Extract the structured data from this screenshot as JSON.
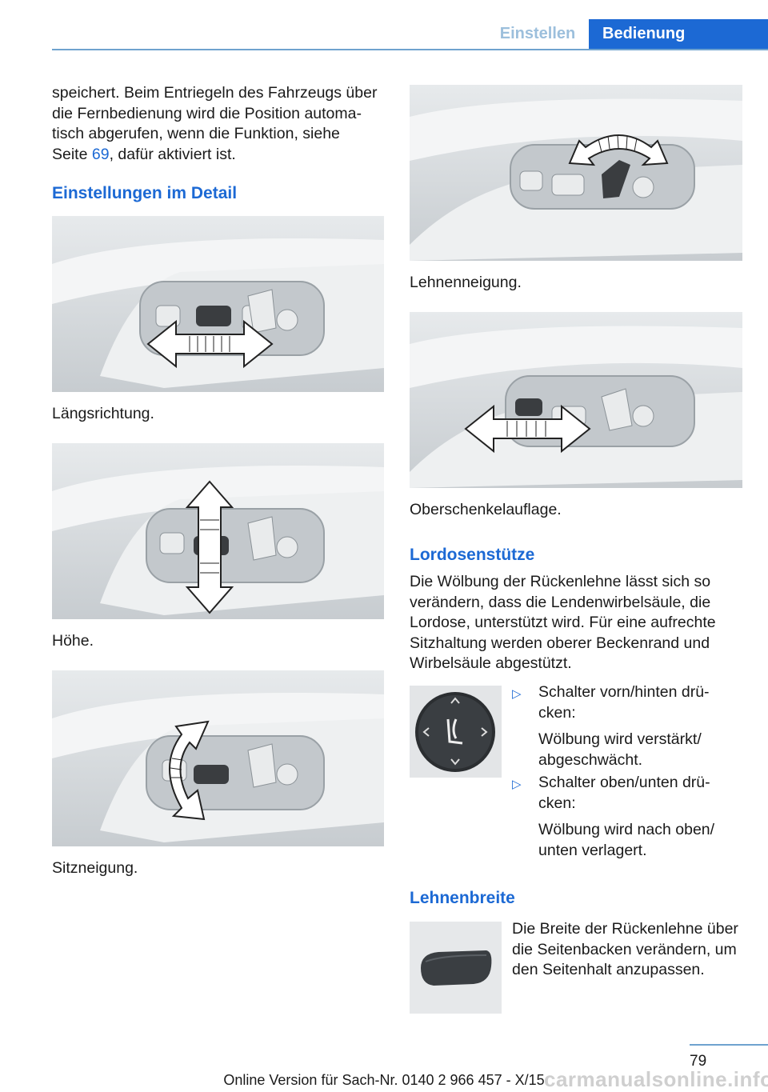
{
  "header": {
    "tab_einstellen": "Einstellen",
    "tab_bedienung": "Bedienung"
  },
  "left": {
    "intro_1": "speichert. Beim Entriegeln des Fahrzeugs über",
    "intro_2": "die Fernbedienung wird die Position automa‐",
    "intro_3": "tisch abgerufen, wenn die Funktion, siehe",
    "intro_4a": "Seite ",
    "intro_4_link": "69",
    "intro_4b": ", dafür aktiviert ist.",
    "section_title": "Einstellungen im Detail",
    "caption_1": "Längsrichtung.",
    "caption_2": "Höhe.",
    "caption_3": "Sitzneigung."
  },
  "right": {
    "caption_1": "Lehnenneigung.",
    "caption_2": "Oberschenkelauflage.",
    "lordose_title": "Lordosenstütze",
    "lordose_1": "Die Wölbung der Rückenlehne lässt sich so",
    "lordose_2": "verändern, dass die Lendenwirbelsäule, die",
    "lordose_3": "Lordose, unterstützt wird. Für eine aufrechte",
    "lordose_4": "Sitzhaltung werden oberer Beckenrand und",
    "lordose_5": "Wirbelsäule abgestützt.",
    "bullets": [
      {
        "line1": "Schalter vorn/hinten drü‐",
        "line2": "cken:",
        "sub1": "Wölbung wird verstärkt/",
        "sub2": "abgeschwächt."
      },
      {
        "line1": "Schalter oben/unten drü‐",
        "line2": "cken:",
        "sub1": "Wölbung wird nach oben/",
        "sub2": "unten verlagert."
      }
    ],
    "breite_title": "Lehnenbreite",
    "breite_1": "Die Breite der Rückenlehne über",
    "breite_2": "die Seitenbacken verändern, um",
    "breite_3": "den Seitenhalt anzupassen."
  },
  "footer": {
    "page_number": "79",
    "text": "Online Version für Sach-Nr. 0140 2 966 457 - X/15",
    "watermark": "carmanualsonline.info"
  },
  "icons": {
    "bullet": "triangle-right-icon"
  },
  "colors": {
    "accent": "#1c69d4",
    "rule": "#6fa3cf"
  }
}
